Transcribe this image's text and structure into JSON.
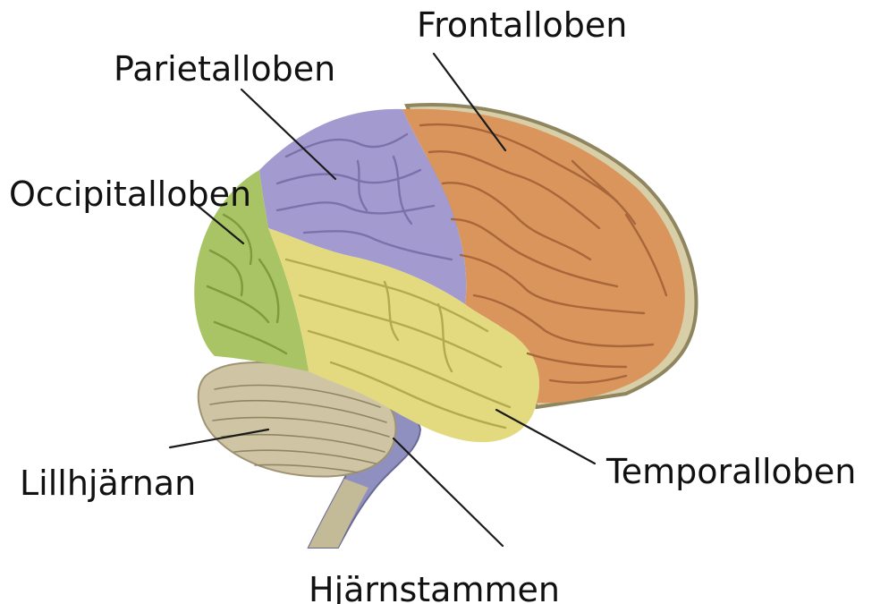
{
  "labels": {
    "frontal": "Frontalloben",
    "parietal": "Parietalloben",
    "occipital": "Occipitalloben",
    "temporal": "Temporalloben",
    "cerebellum": "Lillhjärnan",
    "brainstem": "Hjärnstammen"
  },
  "colors": {
    "frontal": "#d9955c",
    "parietal": "#a39bd0",
    "occipital": "#a9c464",
    "temporal": "#e3da80",
    "cerebellum": "#cfc4a4",
    "brainstem": "#8f8fc0",
    "brainstem_lower": "#c9bf93",
    "outline": "#b9b08a",
    "text": "#111111"
  }
}
